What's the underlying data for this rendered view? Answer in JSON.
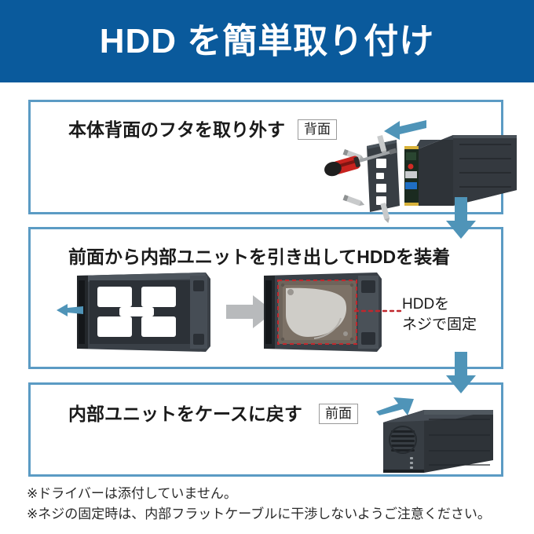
{
  "header": {
    "title": "HDD を簡単取り付け",
    "background_color": "#0a5a9c",
    "text_color": "#ffffff"
  },
  "theme": {
    "box_border_color": "#5b9bc4",
    "arrow_color": "#4f94b8",
    "gray_arrow_color": "#b3b3b3",
    "highlight_color": "#c0272d",
    "page_background": "#ffffff"
  },
  "steps": [
    {
      "id": "step1",
      "title": "本体背面のフタを取り外す",
      "face_tag": "背面",
      "arrow_direction": "left",
      "illustration": "hdd-enclosure-rear-panel-removal"
    },
    {
      "id": "step2",
      "title": "前面から内部ユニットを引き出してHDDを装着",
      "face_tag": "",
      "arrow_direction": "left",
      "illustration": "drive-tray-and-hdd-mounted",
      "callout_lines": [
        "HDDを",
        "ネジで固定"
      ]
    },
    {
      "id": "step3",
      "title": "内部ユニットをケースに戻す",
      "face_tag": "前面",
      "arrow_direction": "right",
      "illustration": "hdd-enclosure-front-view"
    }
  ],
  "connectors": [
    {
      "name": "down-arrow-1",
      "direction": "down"
    },
    {
      "name": "down-arrow-2",
      "direction": "down"
    }
  ],
  "notes": [
    "※ドライバーは添付していません。",
    "※ネジの固定時は、内部フラットケーブルに干渉しないようご注意ください。"
  ]
}
